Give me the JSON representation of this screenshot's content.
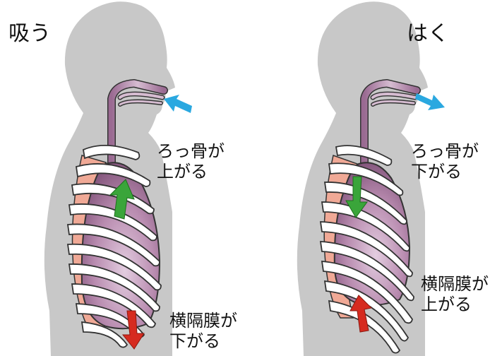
{
  "panels": [
    {
      "title": "吸う",
      "rib_note": [
        "ろっ骨が",
        "上がる"
      ],
      "diaphragm_note": [
        "横隔膜が",
        "下がる"
      ]
    },
    {
      "title": "はく",
      "rib_note": [
        "ろっ骨が",
        "下がる"
      ],
      "diaphragm_note": [
        "横隔膜が",
        "上がる"
      ]
    }
  ],
  "colors": {
    "body": "#c8c8c8",
    "lung": "#b98cb0",
    "lung_dark": "#8e5e86",
    "lung_light": "#d8bdd3",
    "pleura": "#f0a996",
    "rib": "#ffffff",
    "rib_outline": "#333333",
    "air_arrow": "#2aa8e0",
    "rib_arrow": "#3aa53a",
    "diaphragm_arrow": "#d62b20"
  },
  "icons": [
    "air-in-arrow-icon",
    "air-out-arrow-icon",
    "up-arrow-icon",
    "down-arrow-icon"
  ]
}
